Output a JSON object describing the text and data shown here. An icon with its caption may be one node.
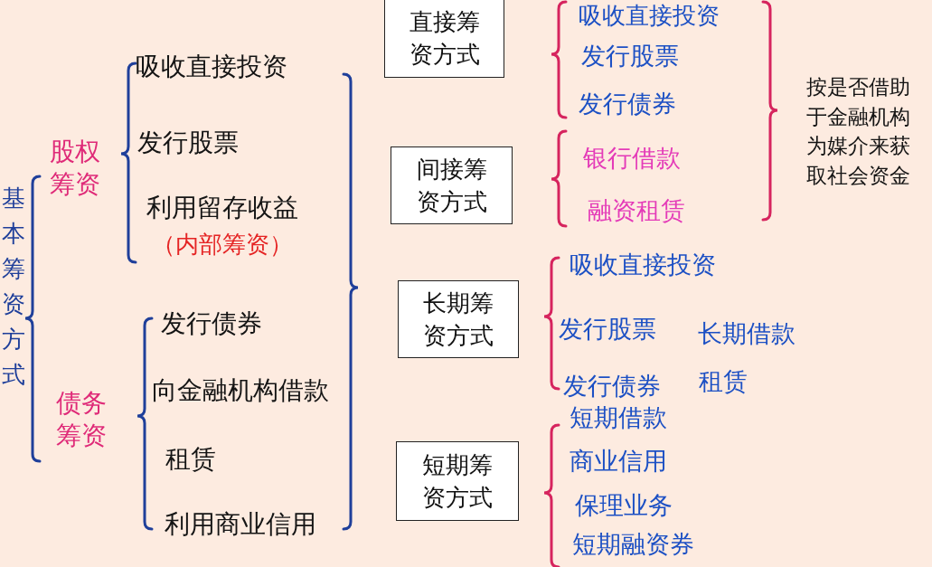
{
  "diagram": {
    "nodes": [
      {
        "text": [
          "直接筹资方式"
        ]
      },
      {
        "text": [
          "间接筹资方式"
        ]
      },
      {
        "text": [
          "长期筹资方式"
        ]
      },
      {
        "text": [
          "短期筹资方式"
        ]
      }
    ],
    "labels": [
      "基本筹资方式",
      "股权筹资",
      "吸收直接投资",
      "发行股票",
      "利用留存收益",
      "（内部筹资）",
      "债务筹资",
      "发行债券",
      "向金融机构借款",
      "租赁",
      "利用商业信用",
      "吸收直接投资",
      "发行股票",
      "发行债券",
      "银行借款",
      "融资租赁",
      "按是否借助于金融机构为媒介来获取社会资金",
      "吸收直接投资",
      "发行股票",
      "长期借款",
      "发行债券",
      "租赁",
      "短期借款",
      "商业信用",
      "保理业务",
      "短期融资券"
    ]
  }
}
